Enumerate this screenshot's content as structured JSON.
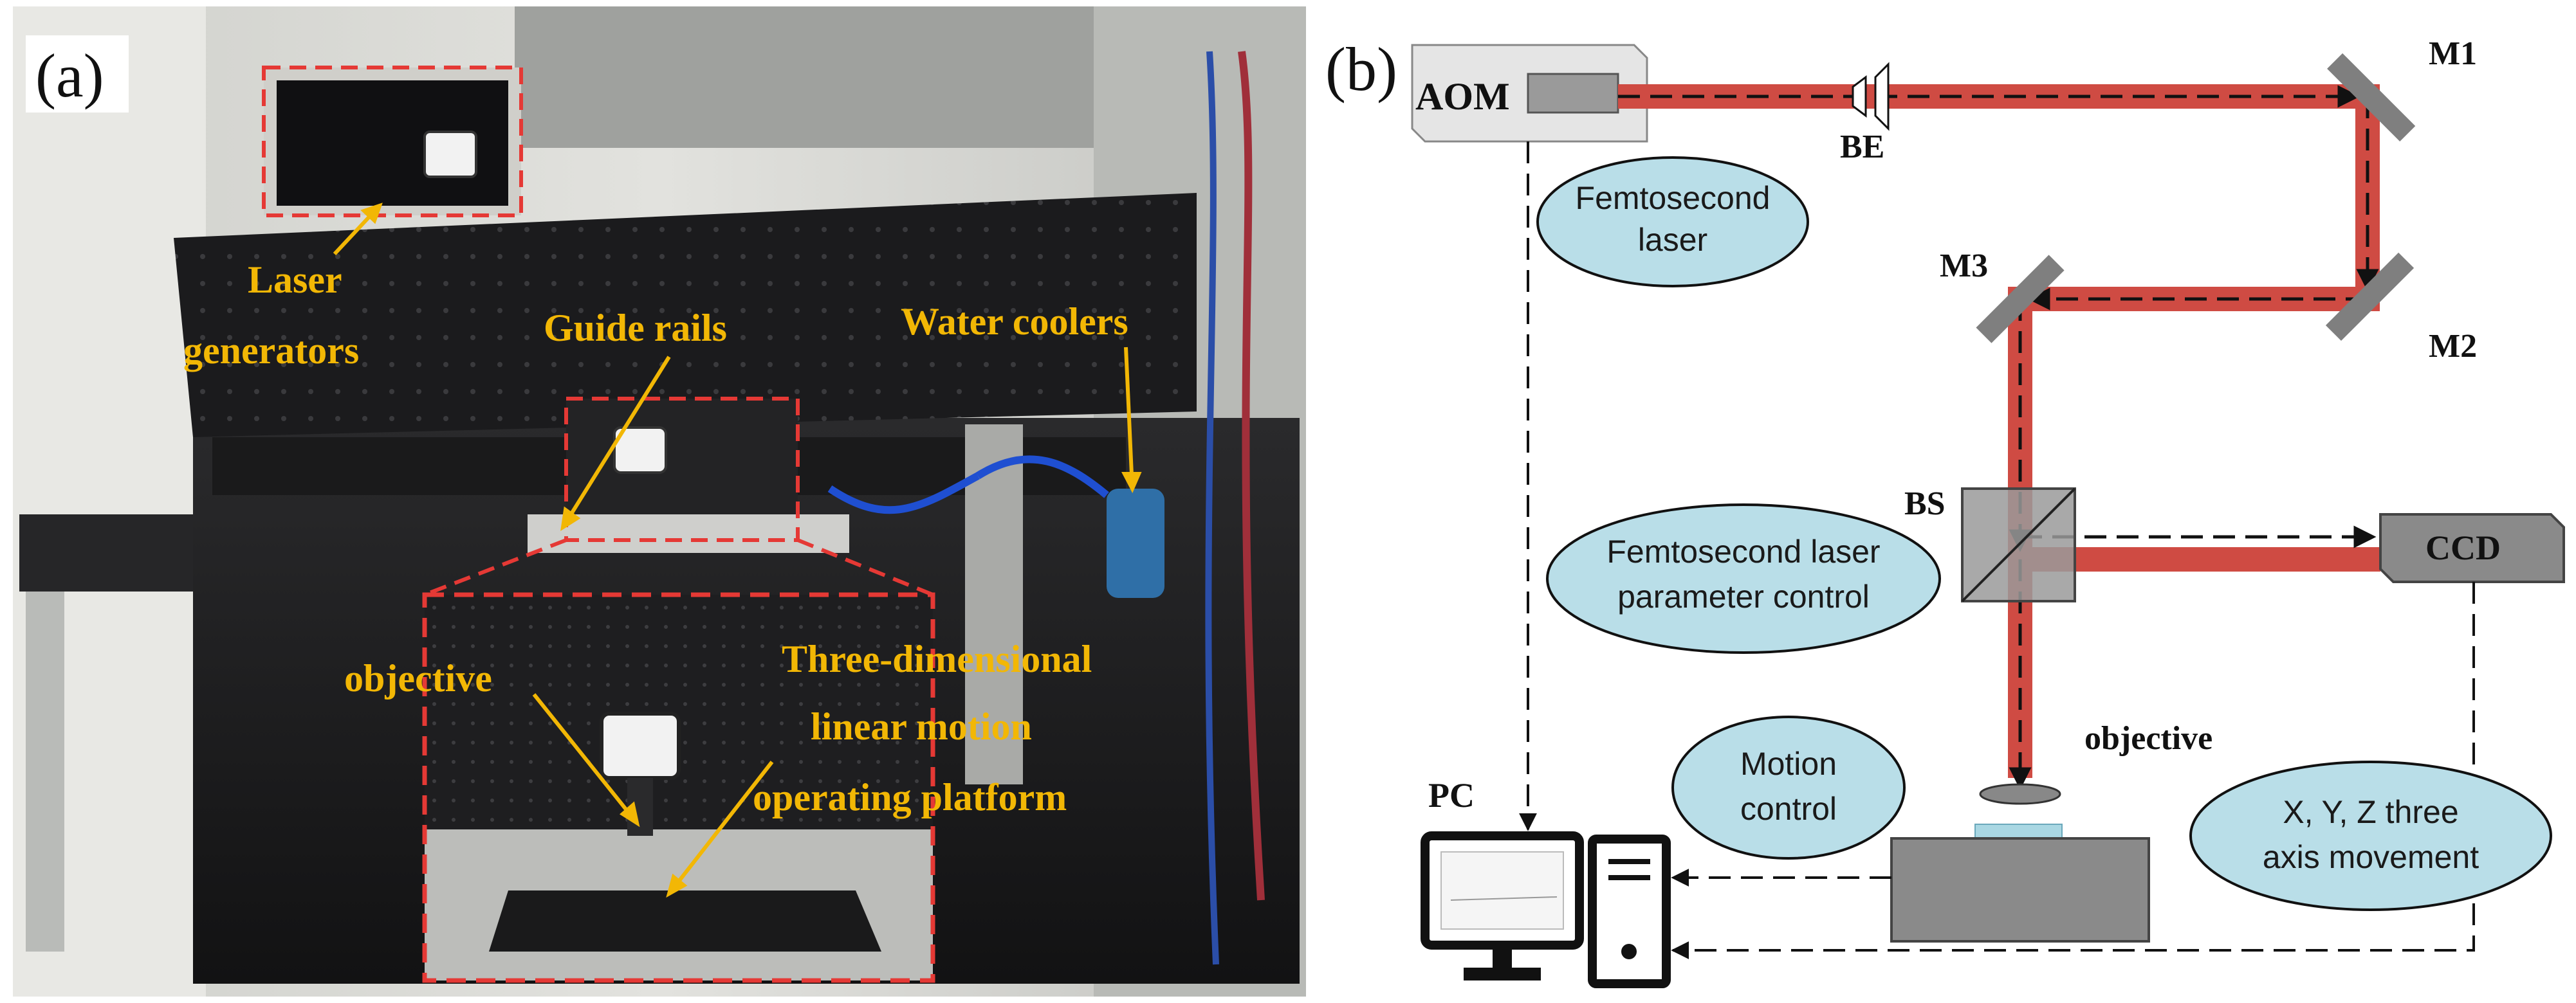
{
  "figure": {
    "panel_a": {
      "label": "(a)",
      "photo_annotations": {
        "laser_generators": "Laser generators",
        "laser_generators_line1": "Laser",
        "laser_generators_line2": "generators",
        "guide_rails": "Guide rails",
        "water_coolers": "Water coolers",
        "objective": "objective",
        "platform_line1": "Three-dimensional",
        "platform_line2": "linear motion",
        "platform_line3": "operating platform"
      },
      "colors": {
        "annotation": "#f2b705",
        "highlight_box": "#e53935",
        "breadboard": "#1d1d1f",
        "wall": "#d9d9d4"
      }
    },
    "panel_b": {
      "label": "(b)",
      "components": {
        "aom": "AOM",
        "be": "BE",
        "m1": "M1",
        "m2": "M2",
        "m3": "M3",
        "bs": "BS",
        "ccd": "CCD",
        "objective": "objective",
        "pc": "PC"
      },
      "bubbles": {
        "femtosecond_laser_line1": "Femtosecond",
        "femtosecond_laser_line2": "laser",
        "parameter_control_line1": "Femtosecond laser",
        "parameter_control_line2": "parameter control",
        "motion_control_line1": "Motion",
        "motion_control_line2": "control",
        "xyz_line1": "X, Y, Z three",
        "xyz_line2": "axis movement"
      },
      "colors": {
        "beam": "#cf4b43",
        "bubble_fill": "#b9dee8",
        "component_fill": "#8a8a8a",
        "mirror_fill": "#7f7f7f"
      }
    }
  }
}
